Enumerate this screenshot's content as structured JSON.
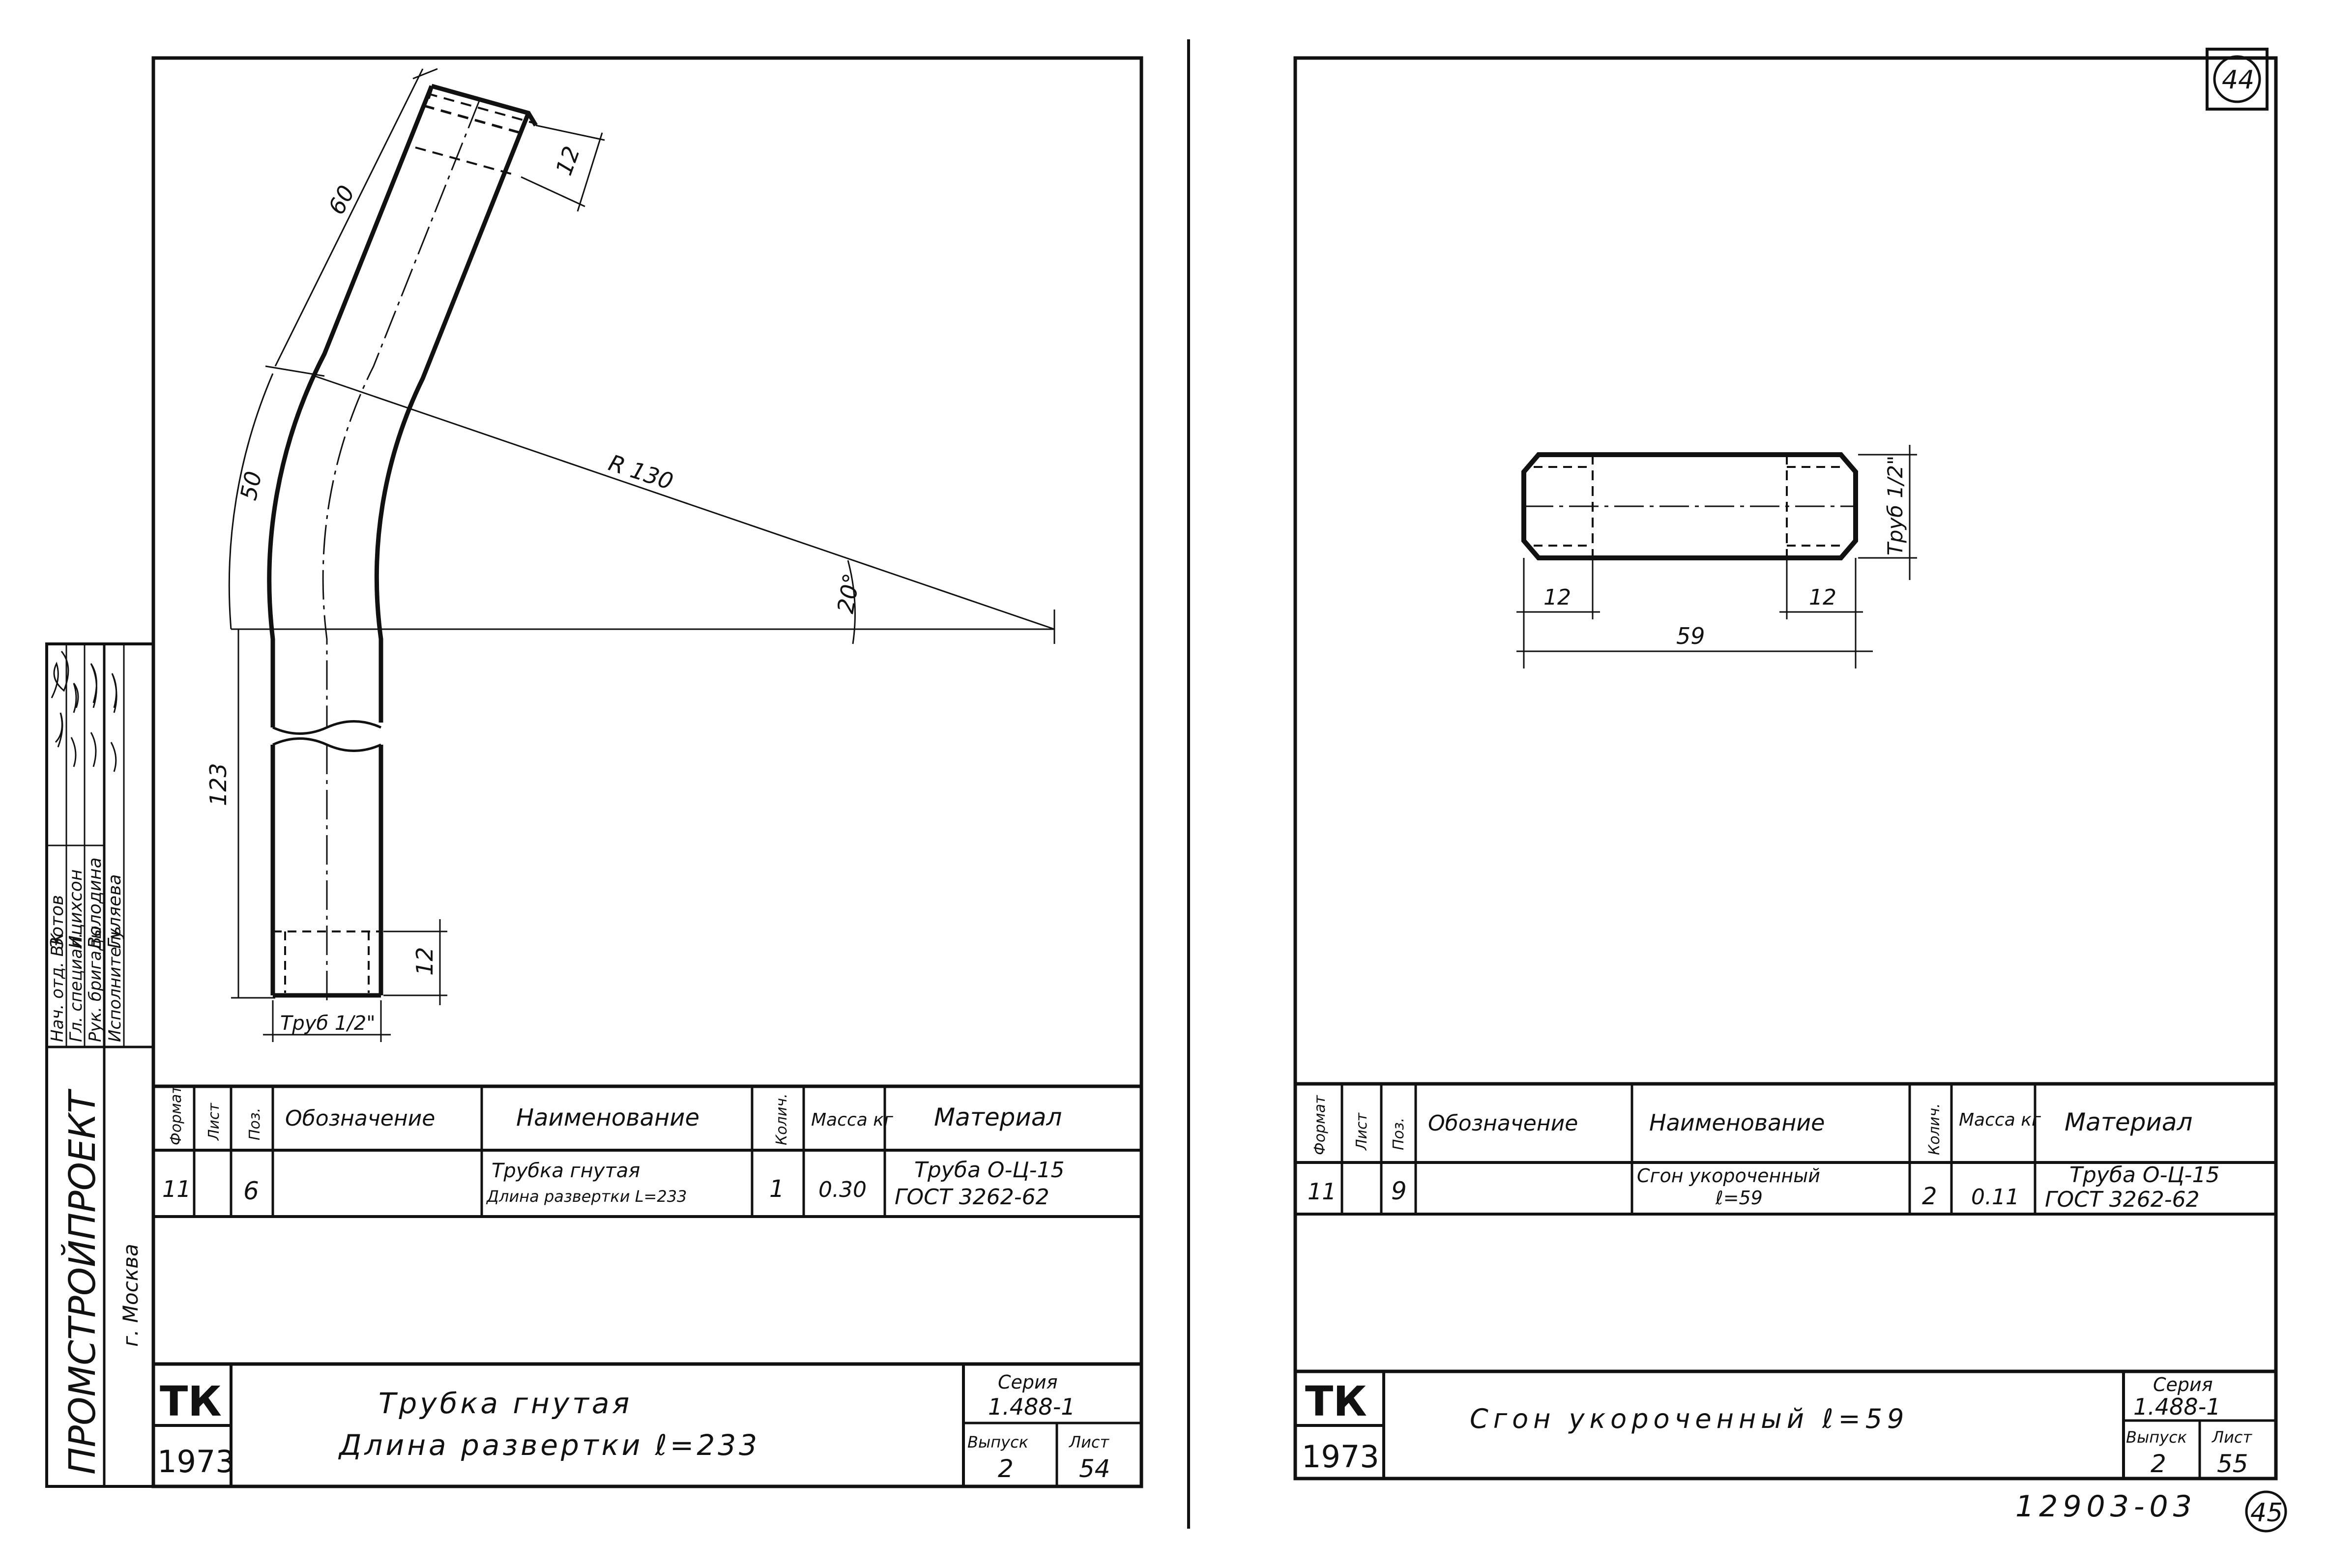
{
  "left_sheet": {
    "organization": "ПРОМСТРОЙПРОЕКТ",
    "city": "г. Москва",
    "signatures": [
      {
        "role": "Нач. отд. ВК",
        "name": "Зотов"
      },
      {
        "role": "Гл. специал.",
        "name": "Ицихсон"
      },
      {
        "role": "Рук. бригады",
        "name": "Володина"
      },
      {
        "role": "Исполнитель",
        "name": "Гуляева"
      }
    ],
    "dimensions": {
      "top_length": "60",
      "end_thread": "12",
      "arc_length": "50",
      "radius": "R 130",
      "angle": "20°",
      "straight_length": "123",
      "bottom_thread": "12",
      "pipe_label": "Труб 1/2\""
    },
    "spec_headers": {
      "format": "Формат",
      "sheet": "Лист",
      "pos": "Поз.",
      "designation": "Обозначение",
      "name": "Наименование",
      "qty": "Колич.",
      "mass": "Масса кг",
      "material": "Материал"
    },
    "spec_row": {
      "format": "11",
      "sheet": "",
      "pos": "6",
      "designation": "",
      "name_line1": "Трубка гнутая",
      "name_line2": "Длина развертки L=233",
      "qty": "1",
      "mass": "0.30",
      "material_line1": "Труба О-Ц-15",
      "material_line2": "ГОСТ 3262-62"
    },
    "title_block": {
      "code": "ТК",
      "year": "1973",
      "title_line1": "Трубка гнутая",
      "title_line2": "Длина развертки ℓ=233",
      "series_label": "Серия",
      "series_value": "1.488-1",
      "issue_label": "Выпуск",
      "issue_value": "2",
      "sheet_label": "Лист",
      "sheet_value": "54"
    }
  },
  "right_sheet": {
    "corner_number": "44",
    "dimensions": {
      "left_thread": "12",
      "right_thread": "12",
      "total_length": "59",
      "pipe_label": "Труб 1/2\""
    },
    "spec_headers": {
      "format": "Формат",
      "sheet": "Лист",
      "pos": "Поз.",
      "designation": "Обозначение",
      "name": "Наименование",
      "qty": "Колич.",
      "mass": "Масса кг",
      "material": "Материал"
    },
    "spec_row": {
      "format": "11",
      "sheet": "",
      "pos": "9",
      "designation": "",
      "name_line1": "Сгон укороченный",
      "name_line2": "ℓ=59",
      "qty": "2",
      "mass": "0.11",
      "material_line1": "Труба О-Ц-15",
      "material_line2": "ГОСТ 3262-62"
    },
    "title_block": {
      "code": "ТК",
      "year": "1973",
      "title": "Сгон укороченный ℓ=59",
      "series_label": "Серия",
      "series_value": "1.488-1",
      "issue_label": "Выпуск",
      "issue_value": "2",
      "sheet_label": "Лист",
      "sheet_value": "55"
    }
  },
  "footer": {
    "doc_number": "12903-03",
    "page_number": "45"
  }
}
